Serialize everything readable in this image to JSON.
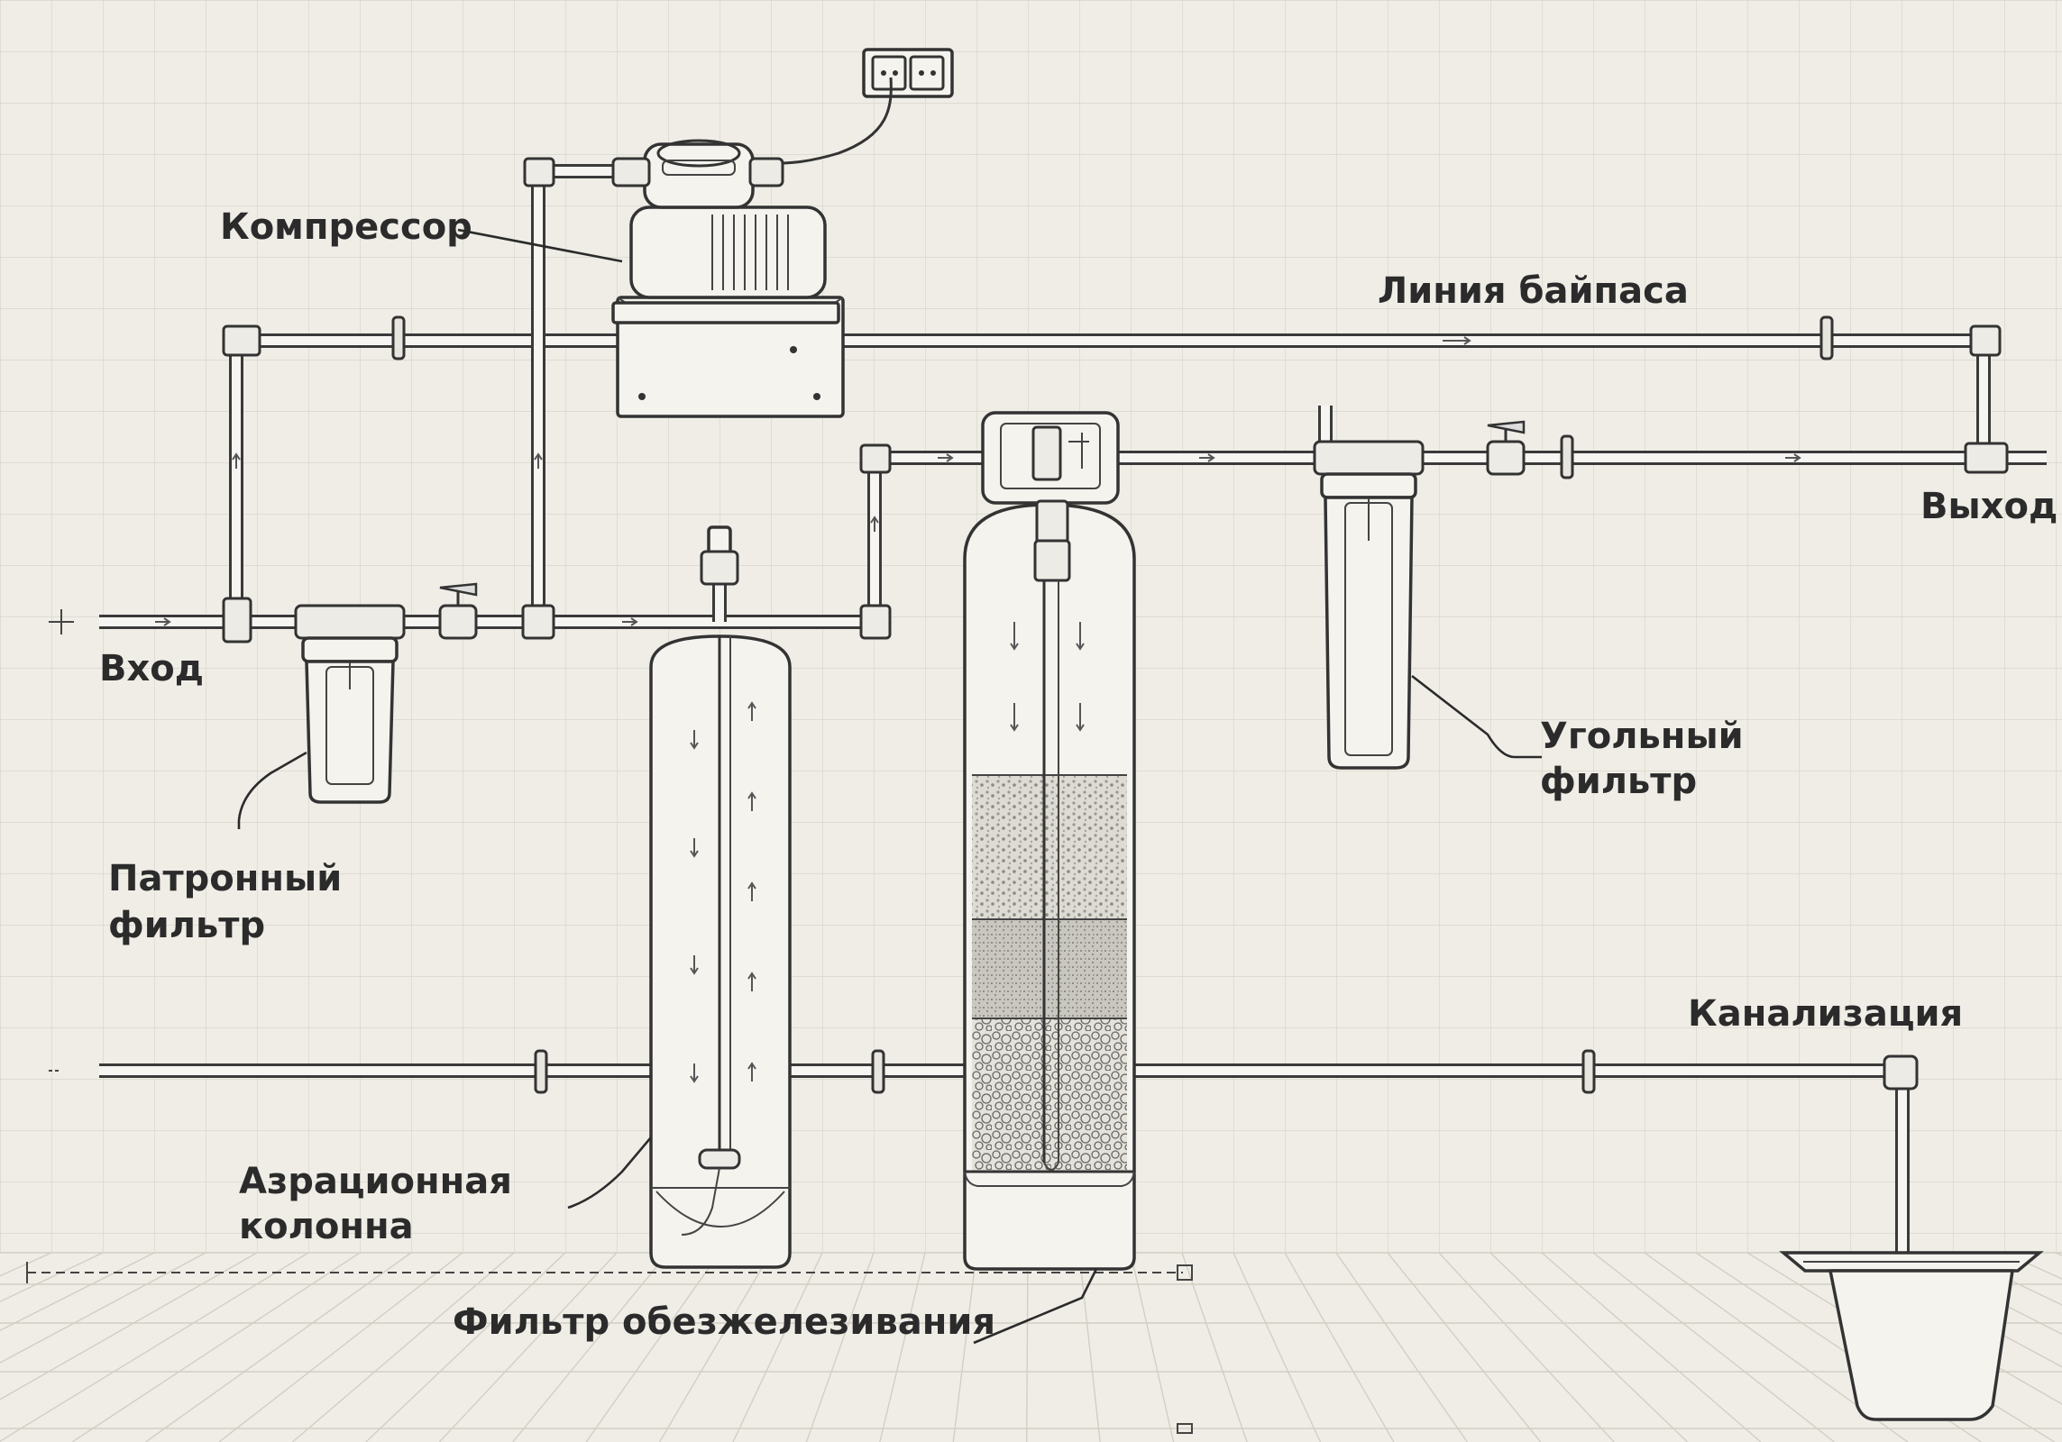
{
  "diagram": {
    "labels": {
      "compressor": "Компрессор",
      "bypass_line": "Линия байпаса",
      "inlet": "Вход",
      "outlet": "Выход",
      "cartridge_filter": [
        "Патронный",
        "фильтр"
      ],
      "carbon_filter": [
        "Угольный",
        "фильтр"
      ],
      "sewer": "Канализация",
      "aeration_column": [
        "Азрационная",
        "колонна"
      ],
      "iron_removal_filter": "Фильтр обезжелезивания"
    },
    "colors": {
      "background": "#efede6",
      "grid": "#d9d6cc",
      "ink": "#333333",
      "pipe_fill": "#f6f5f1"
    },
    "icons": [
      "power-socket-icon",
      "compressor-icon",
      "valve-icon",
      "flow-arrow-icon"
    ]
  }
}
